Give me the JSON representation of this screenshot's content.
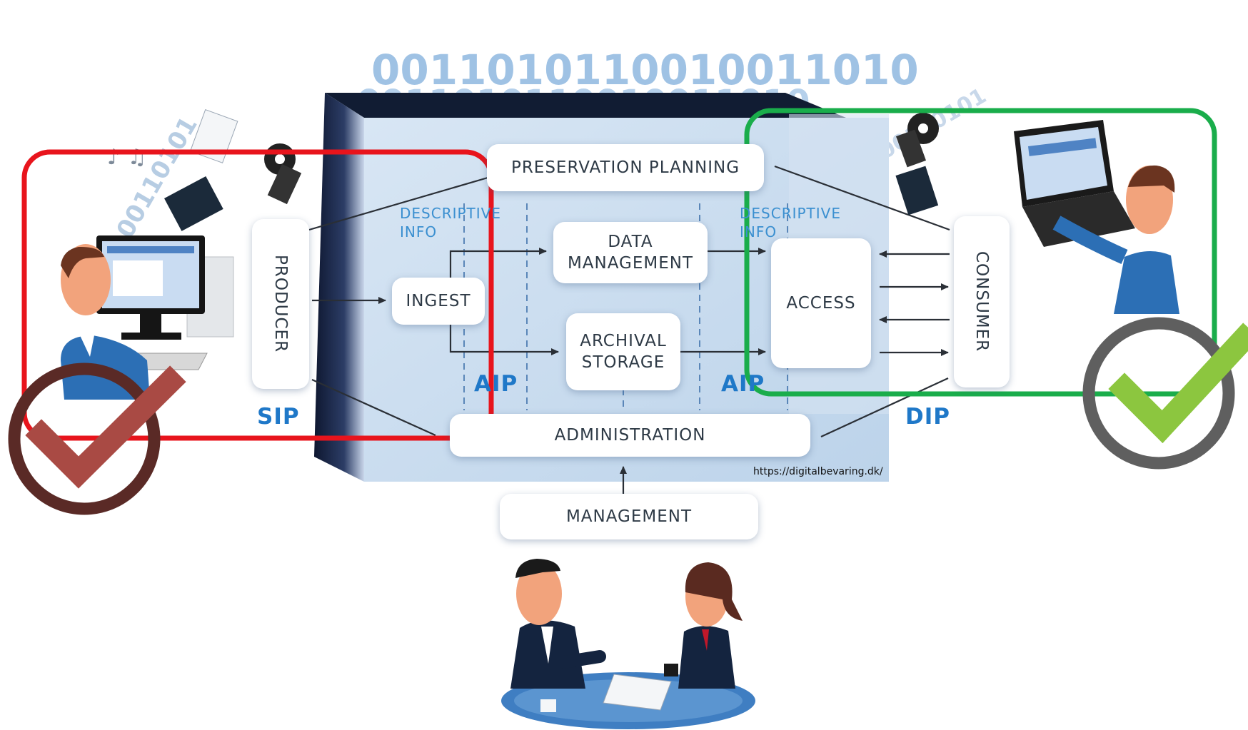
{
  "diagram": {
    "boxes": {
      "preservation_planning": "PRESERVATION PLANNING",
      "producer": "PRODUCER",
      "consumer": "CONSUMER",
      "ingest": "INGEST",
      "data_management": "DATA MANAGEMENT",
      "archival_storage": "ARCHIVAL STORAGE",
      "access": "ACCESS",
      "administration": "ADMINISTRATION",
      "management": "MANAGEMENT"
    },
    "labels": {
      "descriptive_info_left": "DESCRIPTIVE INFO",
      "descriptive_info_right": "DESCRIPTIVE INFO",
      "aip_left": "AIP",
      "aip_right": "AIP",
      "sip": "SIP",
      "dip": "DIP"
    },
    "binary_digits": "0011010110010011010111001",
    "source_url": "https://digitalbevaring.dk/"
  },
  "highlights": {
    "producer_region_color": "#e8141c",
    "consumer_region_color": "#1aad4b",
    "producer_check_color": "#a94a44",
    "producer_ring_color": "#5a2a26",
    "consumer_check_color": "#8cc63f",
    "consumer_ring_color": "#5f5f5f"
  },
  "colors": {
    "panel": "#c9dcef",
    "panel_light": "#dde9f5",
    "accent_blue": "#1f78c8",
    "box_text": "#2e3a46"
  },
  "icons": [
    "person-at-desktop-icon",
    "person-with-laptop-icon",
    "meeting-people-icon",
    "film-reel-icon",
    "document-icon",
    "music-note-icon",
    "checkmark-icon"
  ]
}
